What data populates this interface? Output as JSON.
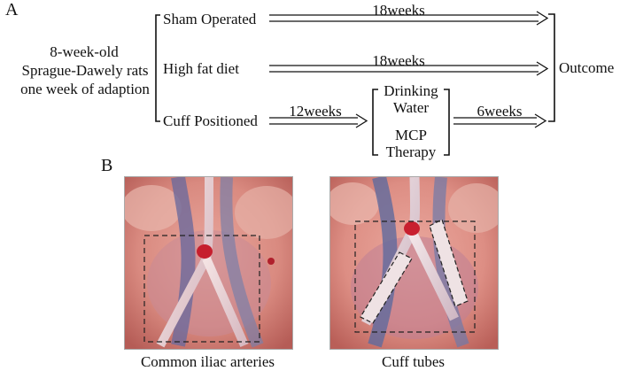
{
  "panel_a": {
    "label": "A",
    "subjects": [
      "8-week-old",
      "Sprague-Dawely rats",
      "one week of adaption"
    ],
    "groups": [
      "Sham Operated",
      "High fat diet",
      "Cuff  Positioned"
    ],
    "durations": {
      "sham": "18weeks",
      "high_fat": "18weeks",
      "cuff_first": "12weeks",
      "cuff_second": "6weeks"
    },
    "treatments": {
      "drinking": [
        "Drinking",
        "Water"
      ],
      "mcp": [
        "MCP",
        "Therapy"
      ]
    },
    "outcome": "Outcome"
  },
  "panel_b": {
    "label": "B",
    "captions": [
      "Common iliac arteries",
      "Cuff tubes"
    ]
  }
}
